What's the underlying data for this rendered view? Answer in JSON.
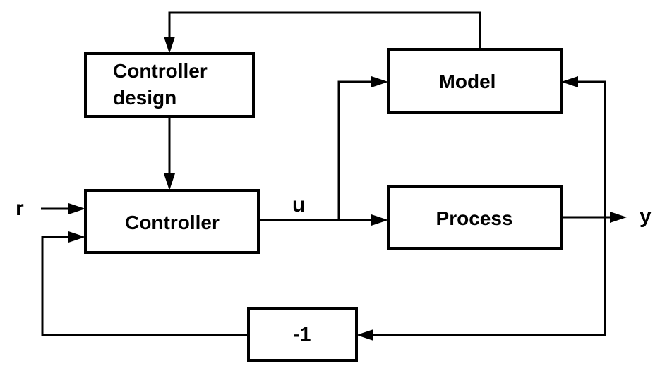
{
  "blocks": {
    "controller_design": {
      "line1": "Controller",
      "line2": "design"
    },
    "model": {
      "label": "Model"
    },
    "controller": {
      "label": "Controller"
    },
    "process": {
      "label": "Process"
    },
    "gain": {
      "label": "-1"
    }
  },
  "signals": {
    "reference": "r",
    "control": "u",
    "output": "y"
  }
}
